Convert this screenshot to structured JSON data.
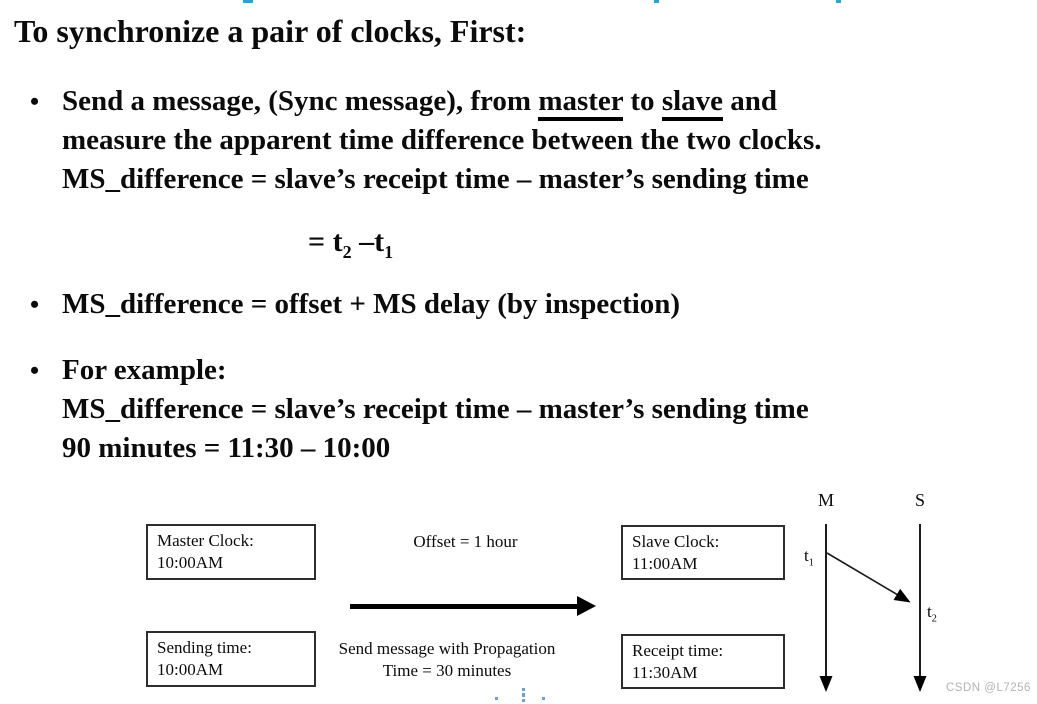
{
  "title": "To synchronize a pair of clocks, First:",
  "bullets": [
    {
      "marker": "•",
      "lines": [
        {
          "segments": [
            {
              "t": "Send a message, (Sync message), from "
            },
            {
              "t": "master",
              "u": true
            },
            {
              "t": " to "
            },
            {
              "t": "slave",
              "u": true
            },
            {
              "t": " and"
            }
          ]
        },
        {
          "segments": [
            {
              "t": "measure the apparent time difference between the two clocks."
            }
          ]
        },
        {
          "segments": [
            {
              "t": "MS_difference = slave’s receipt time – master’s sending time"
            }
          ]
        }
      ]
    },
    {
      "marker": "•",
      "lines": [
        {
          "segments": [
            {
              "t": "MS_difference = offset + MS delay (by inspection)"
            }
          ]
        }
      ]
    },
    {
      "marker": "•",
      "lines": [
        {
          "segments": [
            {
              "t": "For example:"
            }
          ]
        },
        {
          "segments": [
            {
              "t": "MS_difference = slave’s receipt time – master’s sending time"
            }
          ]
        },
        {
          "segments": [
            {
              "t": "90 minutes = 11:30 – 10:00"
            }
          ]
        }
      ]
    }
  ],
  "formula": {
    "segments": [
      {
        "t": "= t"
      },
      {
        "t": "2",
        "sub": true
      },
      {
        "t": " –t"
      },
      {
        "t": "1",
        "sub": true
      }
    ]
  },
  "diagram": {
    "boxes": [
      {
        "name": "master-clock-box",
        "lines": [
          "Master Clock:",
          "10:00AM"
        ]
      },
      {
        "name": "slave-clock-box",
        "lines": [
          "Slave Clock:",
          "11:00AM"
        ]
      },
      {
        "name": "sending-time-box",
        "lines": [
          "Sending time:",
          "10:00AM"
        ]
      },
      {
        "name": "receipt-time-box",
        "lines": [
          "Receipt time:",
          "11:30AM"
        ]
      }
    ],
    "offset_label": "Offset = 1 hour",
    "message_label_line1": "Send message with Propagation",
    "message_label_line2": "Time = 30 minutes",
    "timeline": {
      "master_label": "M",
      "slave_label": "S",
      "t1_base": "t",
      "t1_sub": "1",
      "t2_base": "t",
      "t2_sub": "2"
    }
  },
  "watermark": "CSDN @L7256",
  "colors": {
    "text": "#0b0b0b",
    "watermark": "#b3b3b3",
    "edge_artifact_blue": "#29a3dc"
  }
}
